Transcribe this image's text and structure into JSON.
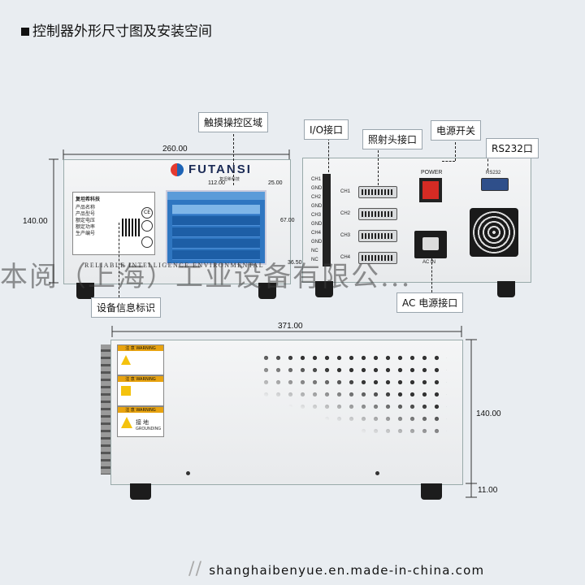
{
  "title": "控制器外形尺寸图及安装空间",
  "callouts": {
    "touch": "触摸操控区域",
    "device_id": "设备信息标识",
    "io": "I/O接口",
    "head": "照射头接口",
    "power_switch": "电源开关",
    "rs232": "RS232口",
    "ac": "AC 电源接口"
  },
  "front": {
    "brand": "FUTANSI",
    "brand_cn": "复坦希科技",
    "slogan": "RELIABLE   INTELLIGENCE   ENVIRONMENTAL",
    "dims": {
      "width": "260.00",
      "height": "140.00",
      "screen_w": "112.00",
      "right_gap": "25.00",
      "screen_h": "67.00",
      "bottom_gap": "36.50"
    },
    "label_title": "复坦希科技",
    "label_rows": [
      "产品名称",
      "产品型号",
      "额定电压",
      "额定功率",
      "生产编号"
    ]
  },
  "back": {
    "power_label": "POWER",
    "rs232_label": "RS232",
    "ac_label": "AC IN",
    "channels": [
      "CH1",
      "CH2",
      "CH3",
      "CH4"
    ],
    "terminal": [
      "CH1",
      "GND",
      "CH2",
      "GND",
      "CH3",
      "GND",
      "CH4",
      "GND",
      "NC",
      "NC"
    ]
  },
  "side": {
    "dims": {
      "length": "371.00",
      "height": "140.00",
      "foot": "11.00"
    },
    "warnings": [
      "注 意 WARNING",
      "注 意 WARNING",
      "注 意 WARNING"
    ],
    "ground": "接 地",
    "ground_en": "GROUNDING"
  },
  "watermark": "本阅（上海）工业设备有限公...",
  "url": "shanghaibenyue.en.made-in-china.com"
}
